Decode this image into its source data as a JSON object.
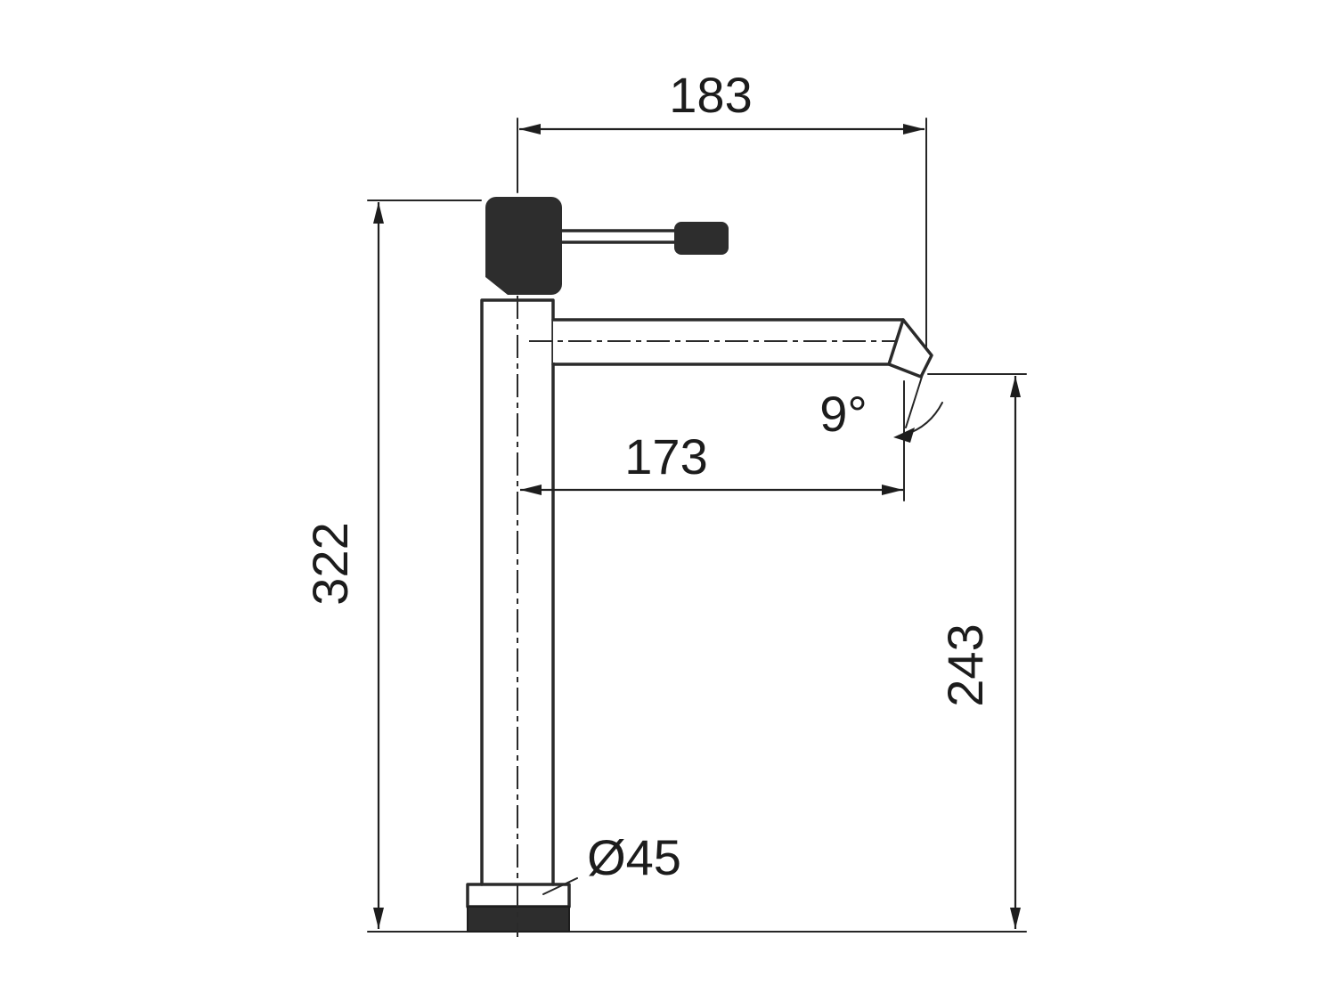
{
  "diagram": {
    "name": "Tall basin mixer tap - dimensioned technical drawing (side view)",
    "dimensions": {
      "top_width_mm": "183",
      "overall_height_mm": "322",
      "spout_reach_mm": "173",
      "spout_height_mm": "243",
      "spout_angle": "9°",
      "base_diameter": "Ø45"
    },
    "colors": {
      "line": "#2a2a2a",
      "dark_fill": "#2d2d2d",
      "background": "#ffffff",
      "text": "#1c1c1c"
    }
  }
}
